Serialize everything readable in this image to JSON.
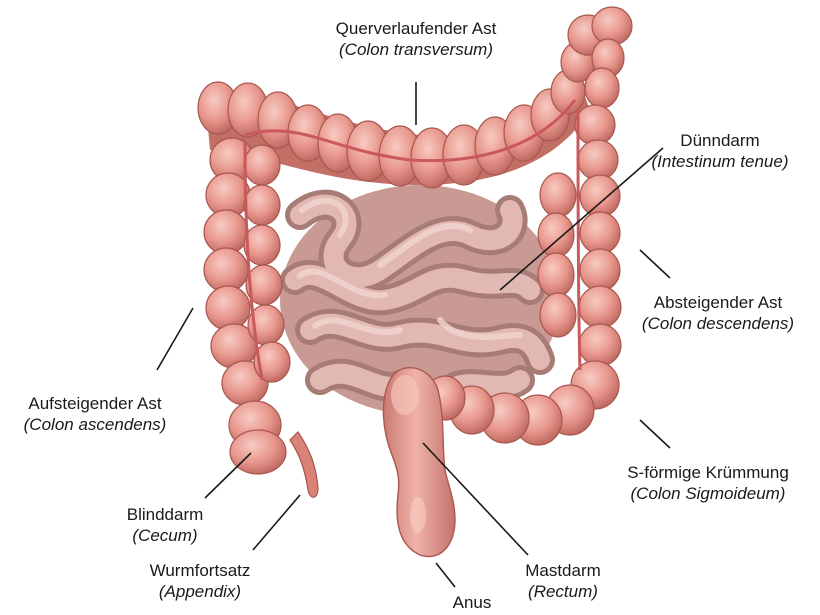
{
  "colors": {
    "tissue_light": "#f2b7ad",
    "tissue_mid": "#e5948a",
    "tissue_dark": "#b9645c",
    "small_intestine": "#ddb2ac",
    "small_intestine_dark": "#b58883",
    "vessel": "#c9595a",
    "text": "#1a1a1a"
  },
  "labels": {
    "transversum": {
      "name": "Querverlaufender Ast",
      "latin": "(Colon transversum)"
    },
    "tenue": {
      "name": "Dünndarm",
      "latin": "(Intestinum tenue)"
    },
    "descendens": {
      "name": "Absteigender Ast",
      "latin": "(Colon descendens)"
    },
    "ascendens": {
      "name": "Aufsteigender Ast",
      "latin": "(Colon ascendens)"
    },
    "sigmoideum": {
      "name": "S-förmige Krümmung",
      "latin": "(Colon Sigmoideum)"
    },
    "cecum": {
      "name": "Blinddarm",
      "latin": "(Cecum)"
    },
    "appendix": {
      "name": "Wurmfortsatz",
      "latin": "(Appendix)"
    },
    "rectum": {
      "name": "Mastdarm",
      "latin": "(Rectum)"
    },
    "anus": {
      "name": "Anus"
    }
  }
}
